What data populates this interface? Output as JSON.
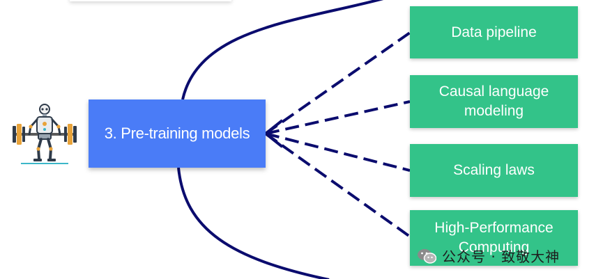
{
  "main_node": {
    "label": "3. Pre-training models"
  },
  "children": [
    {
      "label": "Data pipeline"
    },
    {
      "label": "Causal language modeling"
    },
    {
      "label": "Scaling laws"
    },
    {
      "label": "High-Performance Computing"
    }
  ],
  "watermark": {
    "text": "公众号 · 致敬大神"
  },
  "colors": {
    "main_node": "#4a7cf7",
    "child_node": "#33c389",
    "connector": "#0b0c6e"
  }
}
